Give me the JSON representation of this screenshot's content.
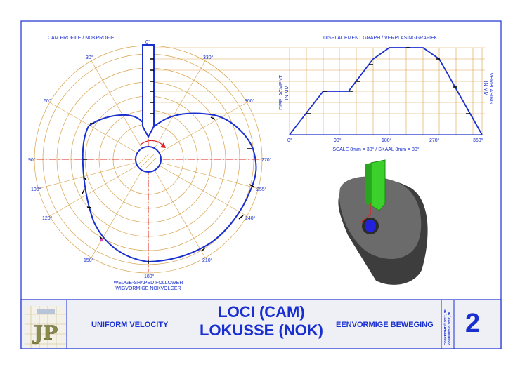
{
  "cam_profile_title": "CAM PROFILE / NOKPROFIEL",
  "graph_title": "DISPLACEMENT GRAPH / VERPLASINGGRAFIEK",
  "angles": {
    "a0": "0°",
    "a30": "30°",
    "a60": "60°",
    "a90": "90°",
    "a105": "105°",
    "a120": "120°",
    "a150": "150°",
    "a180": "180°",
    "a210": "210°",
    "a240": "240°",
    "a255": "255°",
    "a270": "270°",
    "a300": "300°",
    "a330": "330°"
  },
  "follower_caption_en": "WEDGE-SHAPED FOLLOWER",
  "follower_caption_af": "WIGVORMIGE NOKVOLGER",
  "graph": {
    "ylabel_left_1": "DISPLACMENT",
    "ylabel_left_2": "IN MM",
    "ylabel_right_1": "VERPLASING",
    "ylabel_right_2": "IN MM",
    "ticks": [
      "0°",
      "90°",
      "180°",
      "270°",
      "360°"
    ],
    "scale": "SCALE 8mm = 30° / SKAAL 8mm = 30°"
  },
  "title_block": {
    "left": "UNIFORM VELOCITY",
    "main_line1": "LOCI (CAM)",
    "main_line2": "LOKUSSE (NOK)",
    "right": "EENVORMIGE BEWEGING",
    "copyright_1": "COPYRIGHT © 2017, JP",
    "copyright_2": "KOPIEREG © 2017, JP",
    "sheet_number": "2",
    "logo": "JP"
  },
  "colors": {
    "border": "#1a2fd0",
    "construction": "#d9a24a",
    "profile": "#1a2fd0",
    "centerline": "#e02020",
    "follower_3d": "#3bd02c",
    "cam_3d": "#555555"
  }
}
